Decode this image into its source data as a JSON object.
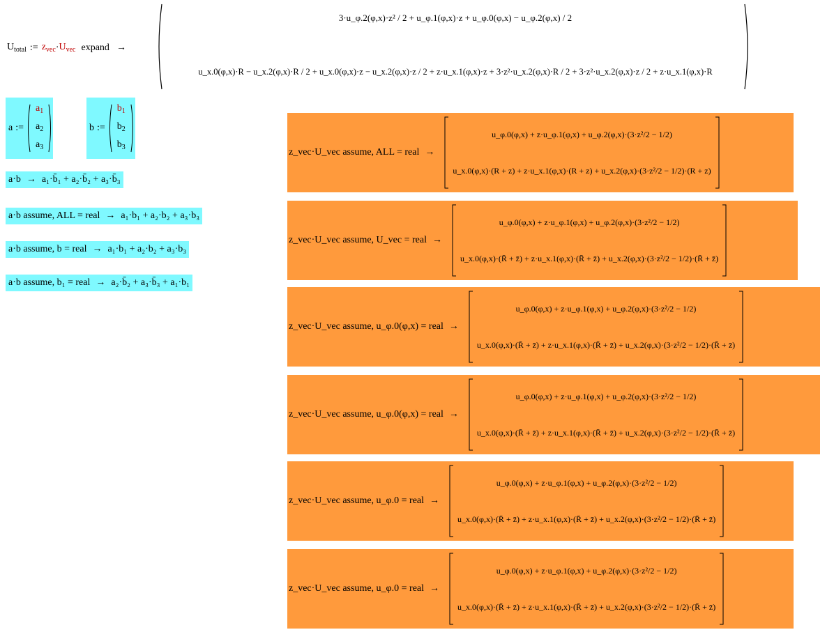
{
  "top": {
    "lhs_main": "U",
    "lhs_sub": "total",
    "assign": ":=",
    "z": "z",
    "z_sub": "vec",
    "dot": "·",
    "u": "U",
    "u_sub": "vec",
    "keyword": "expand",
    "arrow": "→",
    "line1": "3·u_φ.2(φ,x)·z² / 2 + u_φ.1(φ,x)·z + u_φ.0(φ,x) − u_φ.2(φ,x) / 2",
    "line2": "u_x.0(φ,x)·R − u_x.2(φ,x)·R / 2 + u_x.0(φ,x)·z − u_x.2(φ,x)·z / 2 + z·u_x.1(φ,x)·z + 3·z²·u_x.2(φ,x)·R / 2 + 3·z²·u_x.2(φ,x)·z / 2 + z·u_x.1(φ,x)·R"
  },
  "vec_a": {
    "name": "a",
    "assign": ":=",
    "items": [
      "a",
      "a",
      "a"
    ],
    "subs": [
      "1",
      "2",
      "3"
    ]
  },
  "vec_b": {
    "name": "b",
    "assign": ":=",
    "items": [
      "b",
      "b",
      "b"
    ],
    "subs": [
      "1",
      "2",
      "3"
    ]
  },
  "left_rows": [
    {
      "expr": "a·b",
      "arrow": "→",
      "result": "a₁·b̄₁ + a₂·b̄₂ + a₃·b̄₃"
    },
    {
      "expr": "a·b  assume, ALL = real",
      "arrow": "→",
      "result": "a₁·b₁ + a₂·b₂ + a₃·b₃"
    },
    {
      "expr": "a·b  assume, b = real",
      "arrow": "→",
      "result": "a₁·b₁ + a₂·b₂ + a₃·b₃"
    },
    {
      "expr": "a·b  assume, b₁ = real",
      "arrow": "→",
      "result": "a₂·b̄₂ + a₃·b̄₃ + a₁·b₁"
    }
  ],
  "results": [
    {
      "expr": "z_vec·U_vec assume, ALL = real",
      "arrow": "→",
      "line1": "u_φ.0(φ,x) + z·u_φ.1(φ,x) + u_φ.2(φ,x)·(3·z²/2 − 1/2)",
      "line2": "u_x.0(φ,x)·(R + z) + z·u_x.1(φ,x)·(R + z) + u_x.2(φ,x)·(3·z²/2 − 1/2)·(R + z)"
    },
    {
      "expr": "z_vec·U_vec assume, U_vec = real",
      "arrow": "→",
      "line1": "u_φ.0(φ,x) + z·u_φ.1(φ,x) + u_φ.2(φ,x)·(3·z²/2 − 1/2)",
      "line2": "u_x.0(φ,x)·(R̄ + z̄) + z·u_x.1(φ,x)·(R̄ + z̄) + u_x.2(φ,x)·(3·z²/2 − 1/2)·(R̄ + z̄)"
    },
    {
      "expr": "z_vec·U_vec assume, u_φ.0(φ,x) = real",
      "arrow": "→",
      "line1": "u_φ.0(φ,x) + z·u_φ.1(φ,x) + u_φ.2(φ,x)·(3·z²/2 − 1/2)",
      "line2": "u_x.0(φ,x)·(R̄ + z̄) + z·u_x.1(φ,x)·(R̄ + z̄) + u_x.2(φ,x)·(3·z²/2 − 1/2)·(R̄ + z̄)"
    },
    {
      "expr": "z_vec·U_vec assume, u_φ.0(φ,x) = real",
      "arrow": "→",
      "line1": "u_φ.0(φ,x) + z·u_φ.1(φ,x) + u_φ.2(φ,x)·(3·z²/2 − 1/2)",
      "line2": "u_x.0(φ,x)·(R̄ + z̄) + z·u_x.1(φ,x)·(R̄ + z̄) + u_x.2(φ,x)·(3·z²/2 − 1/2)·(R̄ + z̄)"
    },
    {
      "expr": "z_vec·U_vec assume, u_φ.0 = real",
      "arrow": "→",
      "line1": "u_φ.0(φ,x) + z·u_φ.1(φ,x) + u_φ.2(φ,x)·(3·z²/2 − 1/2)",
      "line2": "u_x.0(φ,x)·(R̄ + z̄) + z·u_x.1(φ,x)·(R̄ + z̄) + u_x.2(φ,x)·(3·z²/2 − 1/2)·(R̄ + z̄)"
    },
    {
      "expr": "z_vec·U_vec assume, u_φ.0 = real",
      "arrow": "→",
      "line1": "u_φ.0(φ,x) + z·u_φ.1(φ,x) + u_φ.2(φ,x)·(3·z²/2 − 1/2)",
      "line2": "u_x.0(φ,x)·(R̄ + z̄) + z·u_x.1(φ,x)·(R̄ + z̄) + u_x.2(φ,x)·(3·z²/2 − 1/2)·(R̄ + z̄)"
    }
  ],
  "colors": {
    "cyan": "#7ff9ff",
    "orange": "#ff9a3c",
    "red": "#c00000"
  }
}
